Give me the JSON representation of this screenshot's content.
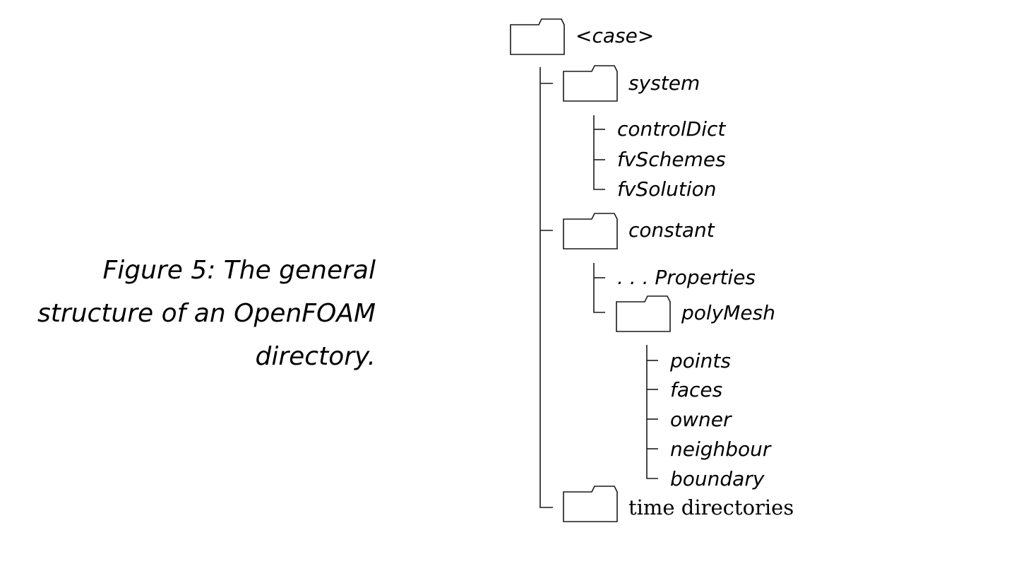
{
  "caption": {
    "line1": "Figure 5: The general",
    "line2": "structure of an OpenFOAM",
    "line3": "directory."
  },
  "tree": {
    "root": "<case>",
    "system": {
      "label": "system",
      "files": [
        "controlDict",
        "fvSchemes",
        "fvSolution"
      ]
    },
    "constant": {
      "label": "constant",
      "properties": ". . . Properties",
      "polyMesh": {
        "label": "polyMesh",
        "files": [
          "points",
          "faces",
          "owner",
          "neighbour",
          "boundary"
        ]
      }
    },
    "time": "time directories"
  },
  "icons": {
    "folder": "folder-icon"
  }
}
